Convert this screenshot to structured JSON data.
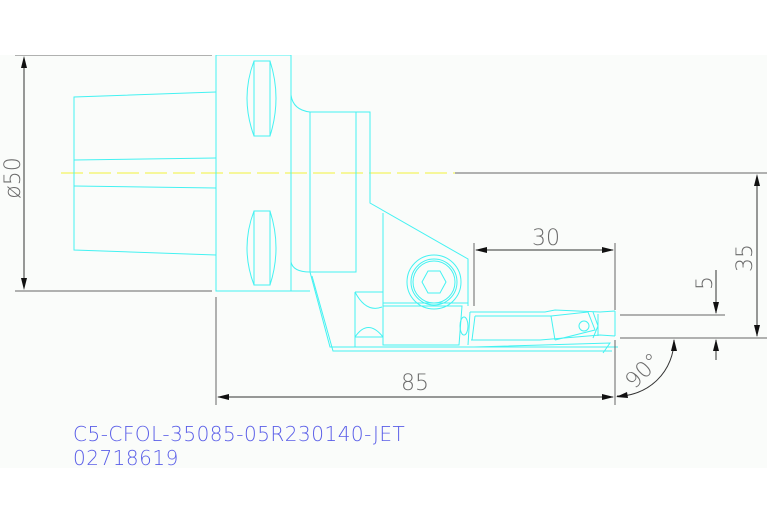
{
  "drawing": {
    "part_number": "C5-CFOL-35085-05R230140-JET",
    "article_number": "02718619",
    "colors": {
      "part_outline": "#44f2f2",
      "centerline": "#f2f23a",
      "dimension_lines": "#333333",
      "dimension_text": "#6a6a6a",
      "label_text": "#5a5ee8",
      "background": "#fafcfa"
    },
    "dimensions": {
      "diameter": "ø50",
      "height": "35",
      "overhang_length": "30",
      "tip_offset": "5",
      "total_length": "85",
      "angle": "90°"
    }
  }
}
